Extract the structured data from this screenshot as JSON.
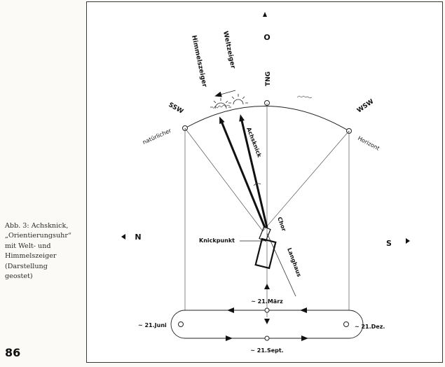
{
  "page": {
    "number": "86",
    "caption_lines": [
      "Abb. 3: Achsknick,",
      "„Orientierungsuhr“",
      "mit Welt- und",
      "Himmelszeiger",
      "(Darstellung",
      "geostet)"
    ]
  },
  "diagram": {
    "compass": {
      "east": "O",
      "north": "N",
      "south": "S"
    },
    "horizon_marks": {
      "ssw": "SSW",
      "tng": "TNG",
      "wsw": "WSW"
    },
    "horizon_labels": {
      "left": "natürlicher",
      "right": "Horizont"
    },
    "pointers": {
      "sky": "Himmelszeiger",
      "world": "Weltzeiger",
      "axis_bend": "Achsknick"
    },
    "church": {
      "bend_point": "Knickpunkt",
      "choir": "Chor",
      "nave": "Langhaus"
    },
    "calendar": {
      "march": "~ 21.März",
      "june": "~ 21.Juni",
      "december": "~ 21.Dez.",
      "september": "~ 21.Sept."
    }
  }
}
